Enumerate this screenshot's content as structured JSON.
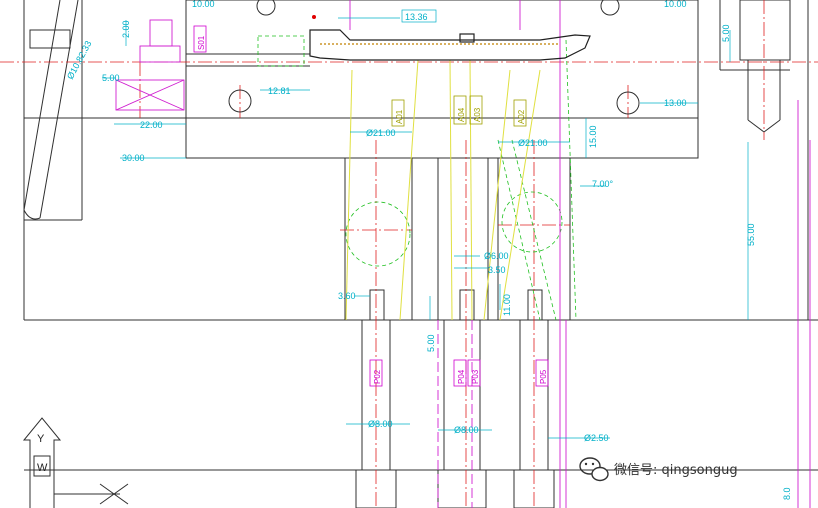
{
  "drawing": {
    "dimensions": {
      "d1336": "13.36",
      "d1281": "12.81",
      "d1300": "13.00",
      "d500_top": "5.00",
      "d500_left": "5.00",
      "d200": "2.00",
      "d2200": "22.00",
      "d3000": "30.00",
      "d2100_a": "Ø21.00",
      "d2100_b": "Ø21.00",
      "d1500": "15.00",
      "d700": "7.00°",
      "d5500": "55.00",
      "d600": "Ø6.00",
      "d350": "3.50",
      "d360": "3.60",
      "d1100": "11.00",
      "d500_mid": "5.00",
      "d800_a": "Ø8.00",
      "d800_b": "Ø8.00",
      "d250": "Ø2.50",
      "d1000_a": "10.00",
      "d1000_b": "10.00",
      "d8_edge": "8.0",
      "angle_top": "Ø10.82.33"
    },
    "tags": {
      "s01": "S01",
      "a01": "A01",
      "a04": "A04",
      "a03": "A03",
      "a02": "A02",
      "p02": "P02",
      "p04": "P04",
      "p03": "P03",
      "p05": "P05"
    },
    "ucs": {
      "y_axis": "Y",
      "w_label": "W"
    },
    "watermark": {
      "text": "微信号: qingsongug"
    }
  }
}
